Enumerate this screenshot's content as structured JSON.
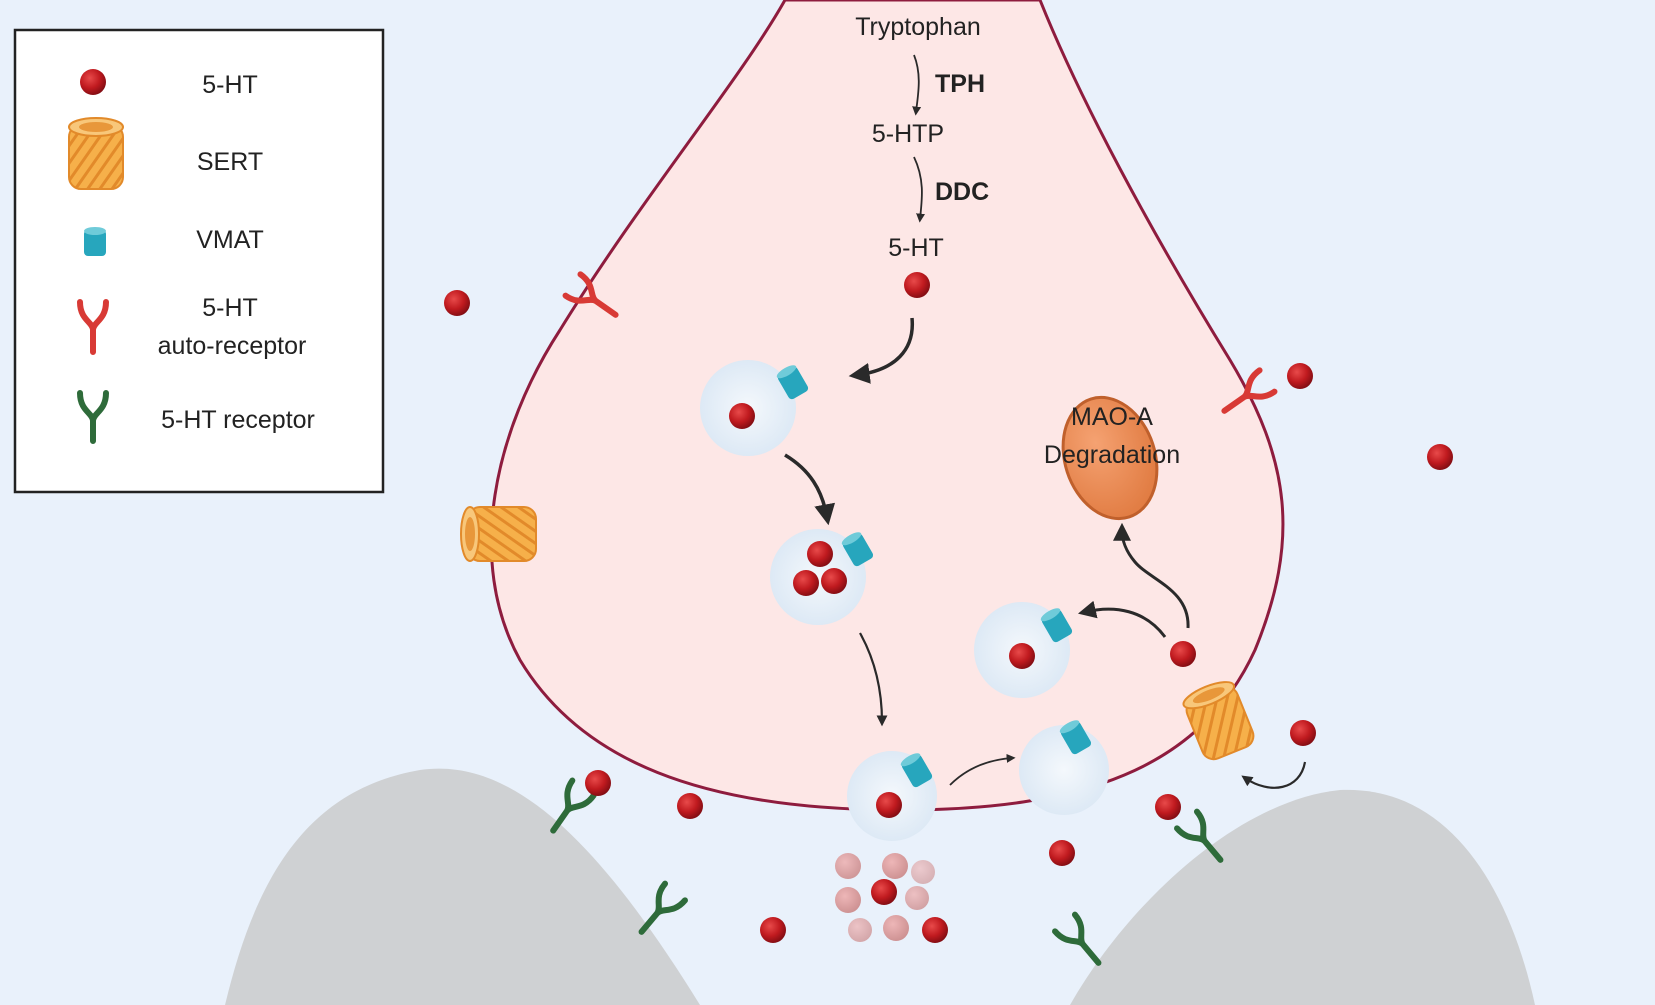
{
  "legend": {
    "items": [
      {
        "icon": "serotonin-molecule",
        "label": "5-HT"
      },
      {
        "icon": "sert-transporter",
        "label": "SERT"
      },
      {
        "icon": "vmat-transporter",
        "label": "VMAT"
      },
      {
        "icon": "auto-receptor",
        "label_line1": "5-HT",
        "label_line2": "auto-receptor"
      },
      {
        "icon": "receptor",
        "label": "5-HT receptor"
      }
    ]
  },
  "pathway": {
    "substrate": "Tryptophan",
    "enzyme1": "TPH",
    "intermediate": "5-HTP",
    "enzyme2": "DDC",
    "product": "5-HT"
  },
  "mao": {
    "line1": "MAO-A",
    "line2": "Degradation"
  },
  "colors": {
    "background": "#e9f1fb",
    "neuron_fill": "#fde7e6",
    "neuron_stroke": "#8e1c3e",
    "serotonin": "#c01a1f",
    "sert": "#f2a43f",
    "vmat": "#27a6bd",
    "auto_receptor": "#d83a35",
    "receptor": "#2e6b3a",
    "postsynaptic": "#cfd1d3",
    "mao": "#ee8a55"
  }
}
